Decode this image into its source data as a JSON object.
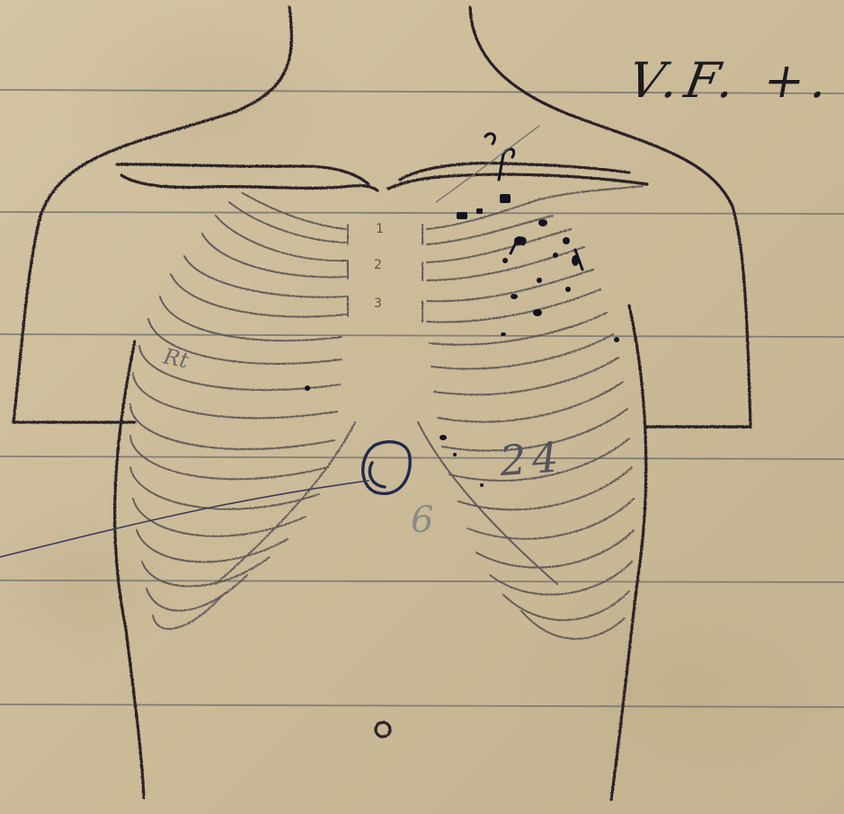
{
  "document": {
    "annotation_top_right": "V.F. +.",
    "sternum_labels": [
      "1",
      "2",
      "3"
    ],
    "pencil_note_right_chest": "Rt",
    "pencil_note_lower_left": "2 4",
    "pencil_note_lower_middle": "6"
  },
  "colors": {
    "paper": "#cdbd9c",
    "ruled_line": "#6b6a6b",
    "ink_outline": "#2b2225",
    "rib_pencil": "#5a5357",
    "marks_ink": "#141220",
    "blue_ink": "#222a4c"
  }
}
